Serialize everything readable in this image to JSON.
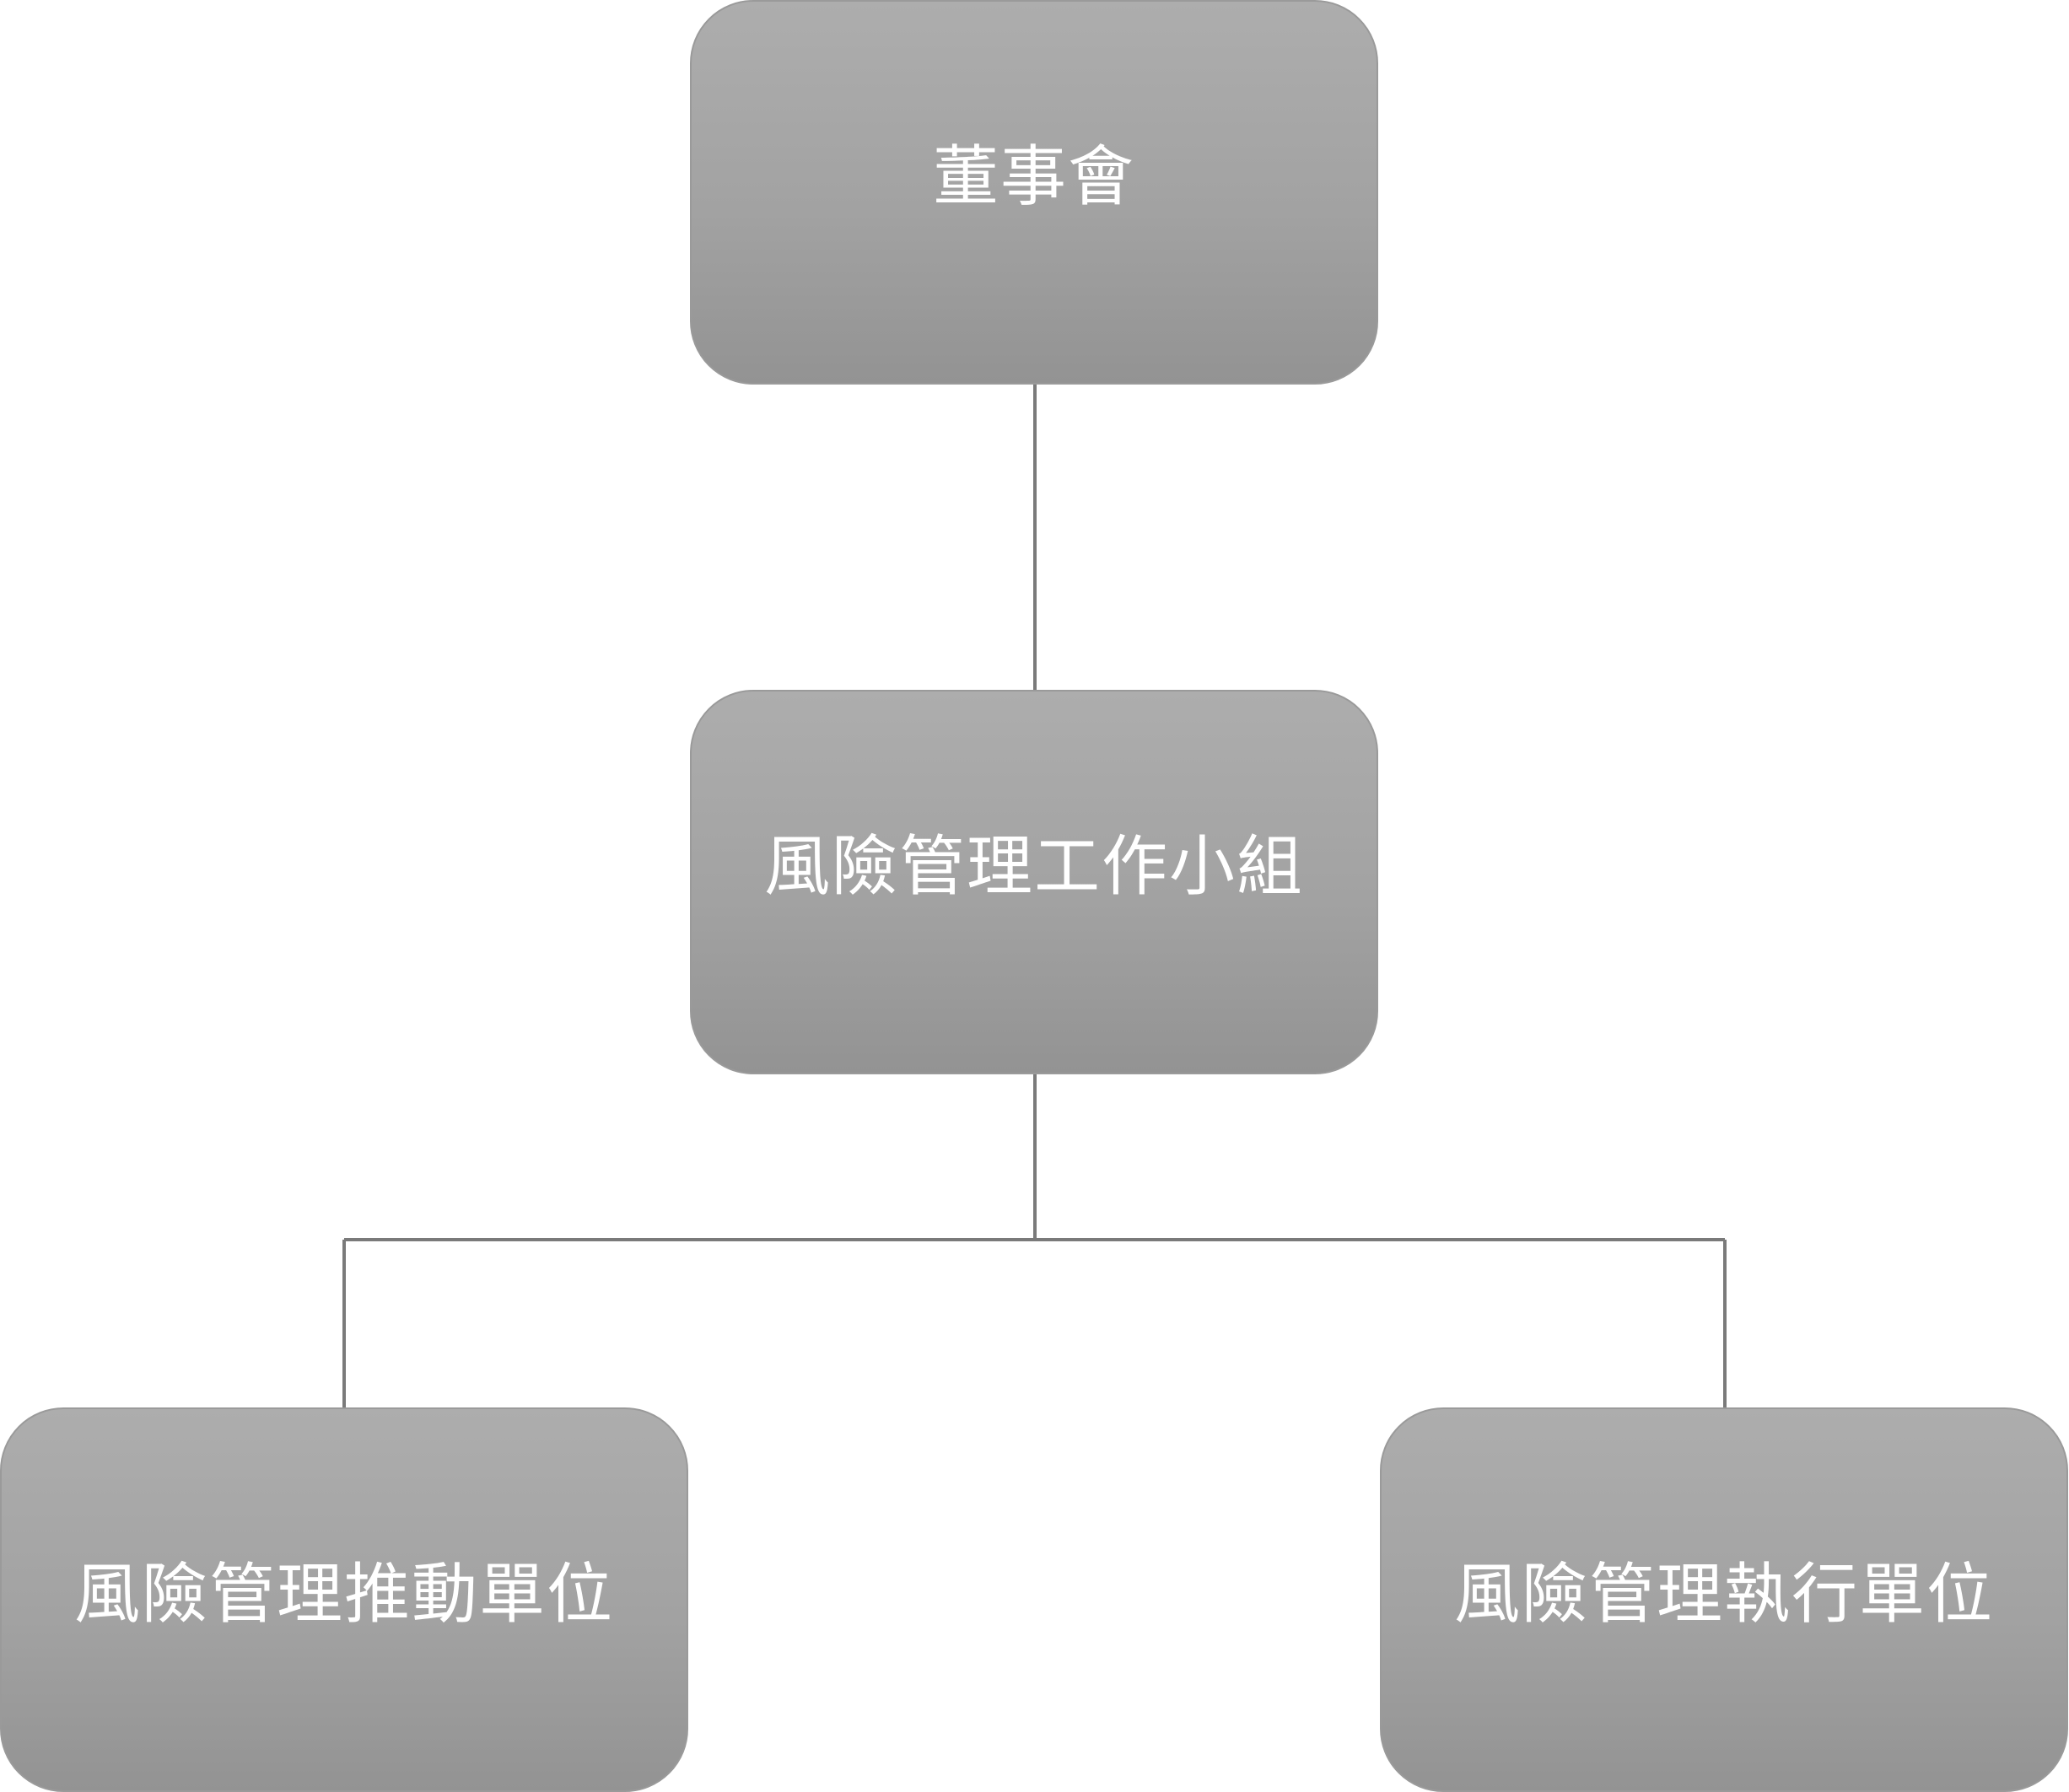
{
  "diagram": {
    "type": "org-chart",
    "nodes": [
      {
        "id": "board",
        "label": "董事會"
      },
      {
        "id": "working_group",
        "label": "風險管理工作小組"
      },
      {
        "id": "promotion_unit",
        "label": "風險管理推動單位"
      },
      {
        "id": "execution_unit",
        "label": "風險管理執行單位"
      }
    ],
    "edges": [
      {
        "from": "board",
        "to": "working_group"
      },
      {
        "from": "working_group",
        "to": "promotion_unit"
      },
      {
        "from": "working_group",
        "to": "execution_unit"
      }
    ],
    "colors": {
      "node_fill_top": "#adadad",
      "node_fill_bottom": "#939393",
      "node_text": "#ffffff",
      "connector": "#7a7a7a",
      "background": "#ffffff"
    }
  }
}
